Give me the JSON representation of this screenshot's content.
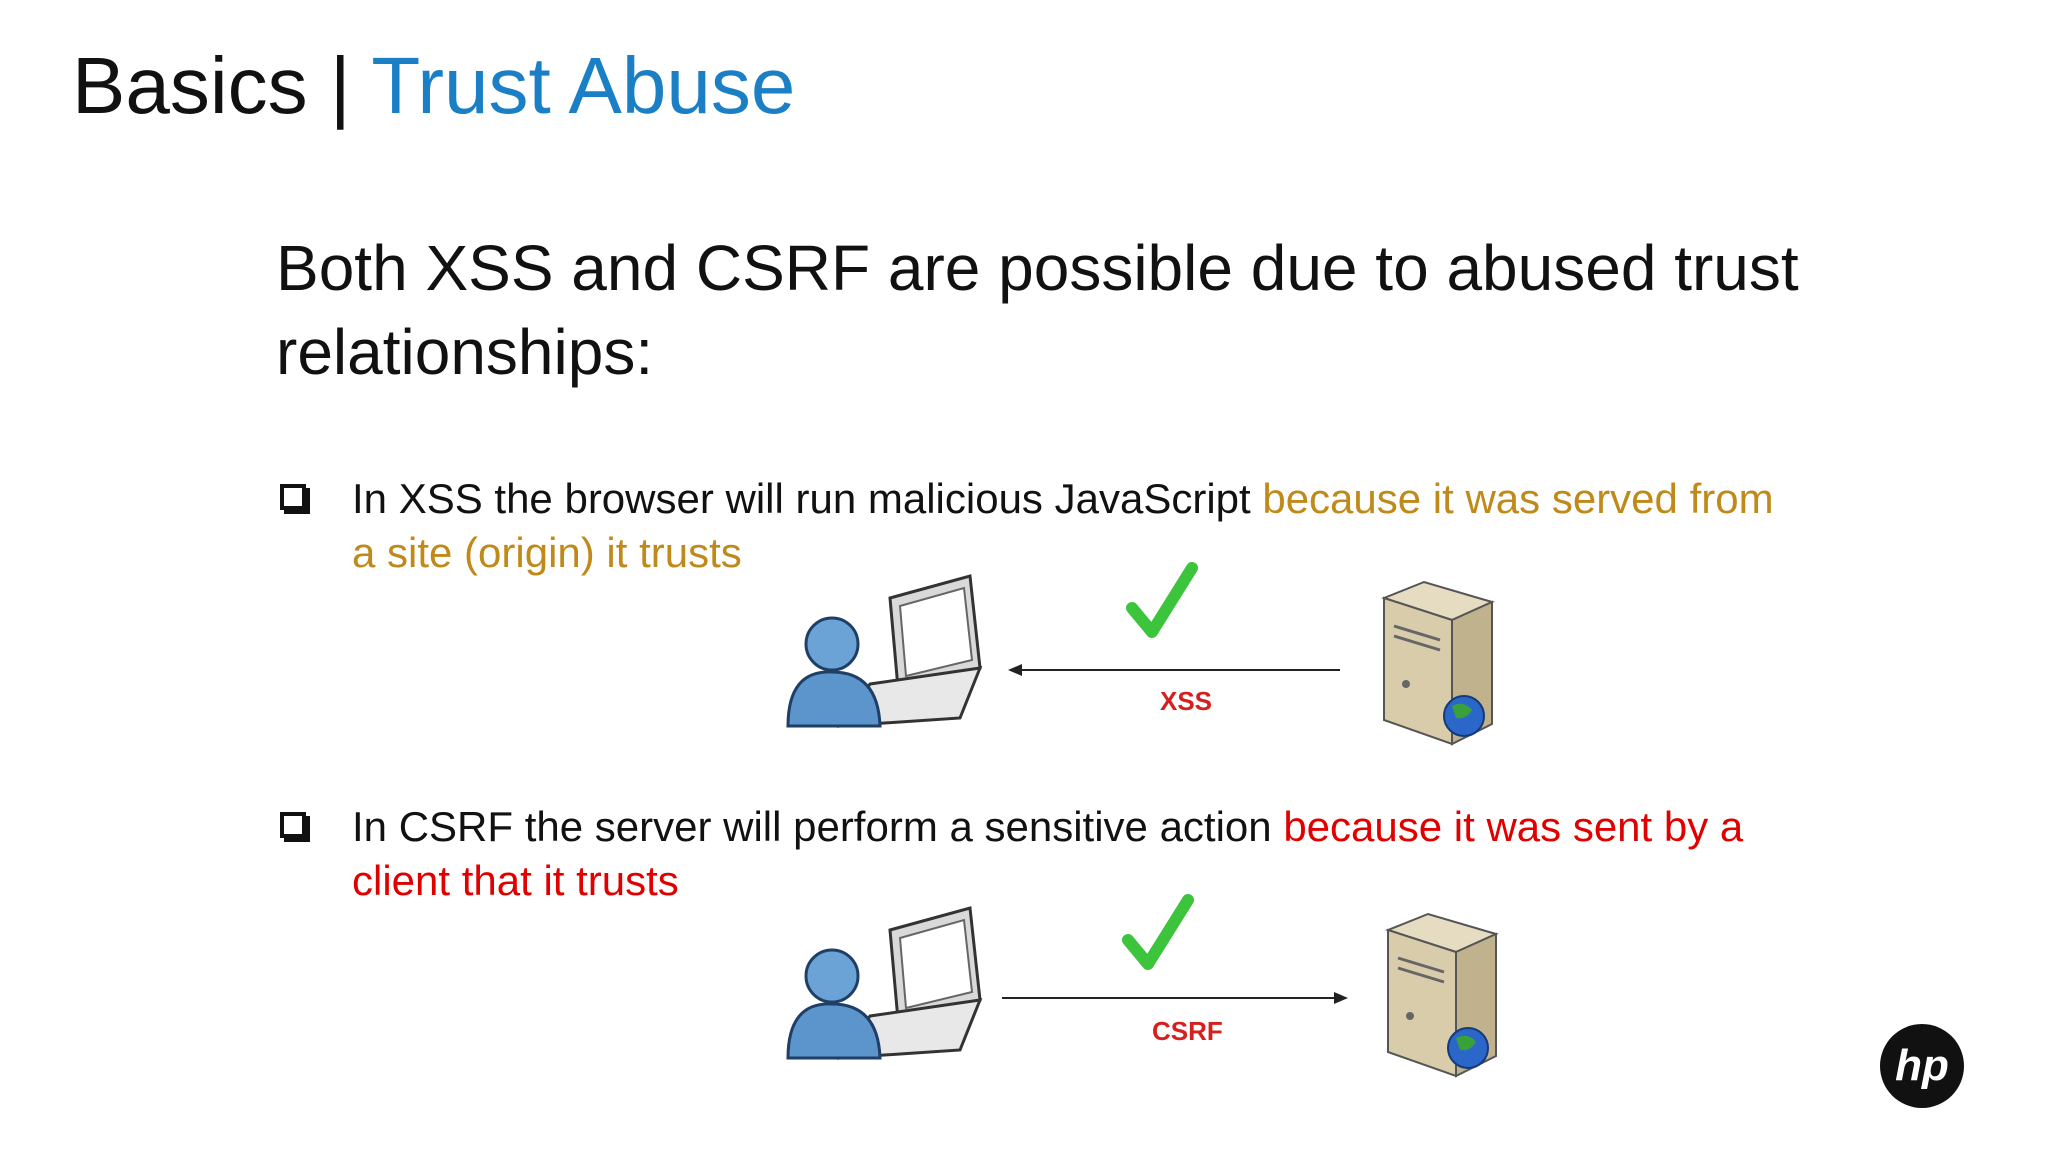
{
  "slide": {
    "title_main": "Basics",
    "title_sep": " | ",
    "title_accent": "Trust Abuse",
    "lead": "Both XSS and CSRF are possible due to abused trust relationships:"
  },
  "bullets": [
    {
      "text_plain": "In XSS the browser will run malicious JavaScript ",
      "text_highlight": "because it was served from a site (origin) it trusts",
      "highlight_color": "#c08a1a"
    },
    {
      "text_plain": "In CSRF the server will perform a sensitive action ",
      "text_highlight": "because it was sent by a client that it trusts",
      "highlight_color": "#e00000"
    }
  ],
  "diagrams": [
    {
      "label": "XSS",
      "direction": "server-to-client",
      "check_icon": "check-icon",
      "client_icon": "user-laptop-icon",
      "server_icon": "web-server-icon"
    },
    {
      "label": "CSRF",
      "direction": "client-to-server",
      "check_icon": "check-icon",
      "client_icon": "user-laptop-icon",
      "server_icon": "web-server-icon"
    }
  ],
  "colors": {
    "accent": "#1a7fc4",
    "xss_label": "#d62020",
    "csrf_label": "#d62020",
    "check": "#3cc43c"
  },
  "logo": {
    "icon": "hp-logo-icon",
    "text": "hp"
  }
}
